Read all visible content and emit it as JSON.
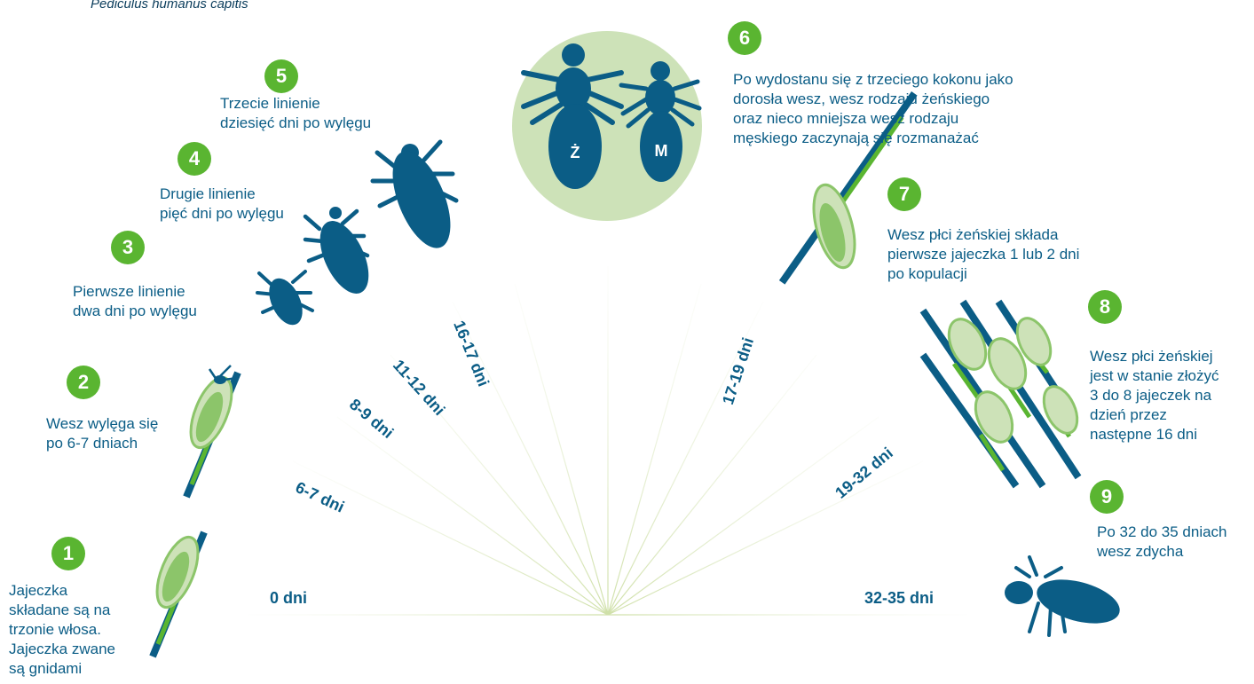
{
  "subtitle": "Pediculus humanus capitis",
  "steps": [
    {
      "num": "1",
      "lines": [
        "Jajeczka",
        "składane są na",
        "trzonie włosa.",
        "Jajeczka zwane",
        "są gnidami"
      ]
    },
    {
      "num": "2",
      "lines": [
        "Wesz wylęga się",
        "po 6-7 dniach"
      ]
    },
    {
      "num": "3",
      "lines": [
        "Pierwsze linienie",
        "dwa dni po wylęgu"
      ]
    },
    {
      "num": "4",
      "lines": [
        "Drugie linienie",
        "pięć dni po wylęgu"
      ]
    },
    {
      "num": "5",
      "lines": [
        "Trzecie linienie",
        "dziesięć dni po wylęgu"
      ]
    },
    {
      "num": "6",
      "lines": [
        "Po wydostanu się z trzeciego kokonu jako",
        "dorosła wesz, wesz rodzaju żeńskiego",
        "oraz nieco mniejsza wesz rodzaju",
        "męskiego zaczynają się rozmanażać"
      ]
    },
    {
      "num": "7",
      "lines": [
        "Wesz płci żeńskiej składa",
        "pierwsze jajeczka 1 lub 2 dni",
        "po kopulacji"
      ]
    },
    {
      "num": "8",
      "lines": [
        "Wesz płci żeńskiej",
        "jest w stanie złożyć",
        "3 do 8 jajeczek na",
        "dzień przez",
        "następne 16 dni"
      ]
    },
    {
      "num": "9",
      "lines": [
        "Po 32 do 35 dniach",
        "wesz zdycha"
      ]
    }
  ],
  "days": [
    "0 dni",
    "6-7 dni",
    "8-9 dni",
    "11-12 dni",
    "16-17 dni",
    "17-19 dni",
    "19-32 dni",
    "32-35 dni"
  ],
  "gender": {
    "female": "Ż",
    "male": "M"
  },
  "colors": {
    "navy": "#0b5d86",
    "green": "#5ab531",
    "light_green": "#cde2b8",
    "circle": "#cde2b8",
    "ray": "#e8efd8"
  }
}
